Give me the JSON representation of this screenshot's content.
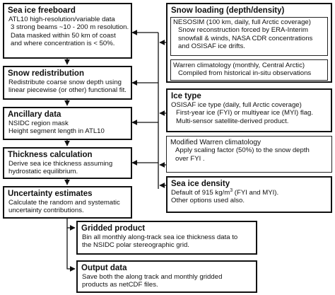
{
  "left_boxes": [
    {
      "title": "Sea ice freeboard",
      "lines": [
        "ATL10 high-resolution/variable data",
        "3 strong beams ~10 - 200 m resolution.",
        "Data masked within 50 km of coast",
        "and where concentration is < 50%."
      ]
    },
    {
      "title": "Snow redistribution",
      "lines": [
        "Redistribute coarse snow depth using",
        "linear piecewise (or other) functional fit."
      ]
    },
    {
      "title": "Ancillary data",
      "lines": [
        "NSIDC region mask",
        "Height segment length in ATL10"
      ]
    },
    {
      "title": "Thickness calculation",
      "lines": [
        "Derive sea ice thickness assuming",
        "hydrostatic equilibrium."
      ]
    },
    {
      "title": "Uncertainty estimates",
      "lines": [
        "Calculate the random and systematic",
        "uncertainty contributions."
      ]
    }
  ],
  "bottom_boxes": [
    {
      "title": "Gridded product",
      "lines": [
        "Bin all monthly along-track sea ice thickness data to",
        "the NSIDC polar stereographic grid."
      ]
    },
    {
      "title": "Output data",
      "lines": [
        "Save both the along track and monthly gridded",
        "products as netCDF files."
      ]
    }
  ],
  "snow_loading": {
    "title": "Snow loading (depth/density)",
    "nesosim_heading": "NESOSIM (100 km, daily, full Arctic coverage)",
    "nesosim_lines": [
      "Snow reconstruction forced by ERA-Interim",
      "snowfall & winds, NASA CDR concentrations",
      "and OSISAF ice drifts."
    ],
    "warren_heading": "Warren climatology (monthly, Central Arctic)",
    "warren_lines": [
      "Compiled from historical in-situ observations"
    ]
  },
  "ice_type": {
    "title": "Ice type",
    "lines": [
      "OSISAF ice type (daily, full Arctic coverage)",
      "First-year ice (FYI) or multiyear ice (MYI) flag.",
      "Multi-sensor satellite-derived product."
    ]
  },
  "modified_warren": {
    "heading": "Modified Warren climatology",
    "lines": [
      "Apply scaling factor (50%) to the snow depth",
      "over FYI ."
    ]
  },
  "sea_ice_density": {
    "title": "Sea ice density",
    "line1_before": "Default of 915 kg/m",
    "line1_sup": "3",
    "line1_after": " (FYI and MYI).",
    "line2": "Other options used also."
  }
}
